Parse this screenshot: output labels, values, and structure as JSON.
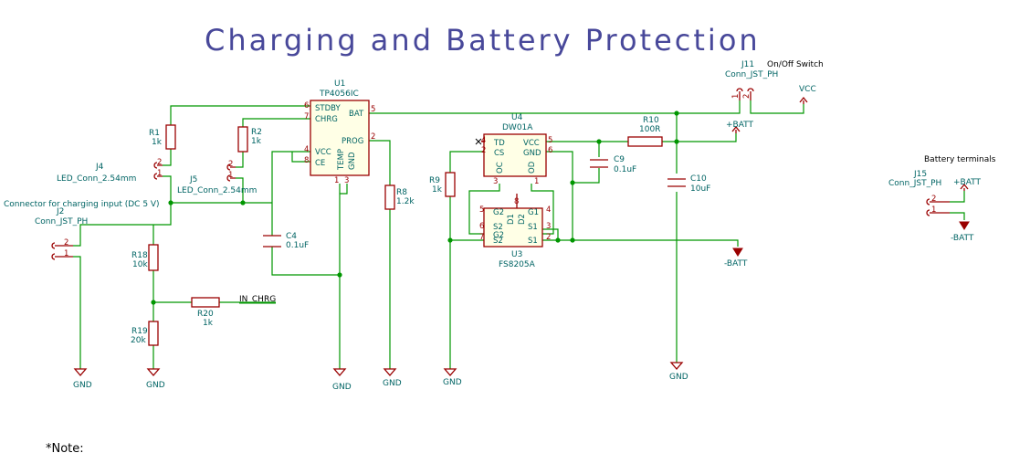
{
  "title": "Charging and Battery Protection",
  "footer_note": "*Note:",
  "colors": {
    "wire": "#009600",
    "component": "#9a0000",
    "text": "#006464",
    "title": "#48489a",
    "ic_fill": "#ffffe6"
  },
  "annotations": {
    "charging_input": "Connector for charging input (DC 5 V)",
    "onoff": "On/Off Switch",
    "battery_terminals": "Battery terminals"
  },
  "net_labels": {
    "in_chrg": "IN_CHRG"
  },
  "power": {
    "gnd": "GND",
    "vcc": "VCC",
    "batt_pos": "+BATT",
    "batt_neg": "-BATT"
  },
  "components": {
    "u1": {
      "ref": "U1",
      "value": "TP4056IC",
      "pins": {
        "stdby": "STDBY",
        "chrg": "CHRG",
        "vcc": "VCC",
        "ce": "CE",
        "bat": "BAT",
        "prog": "PROG",
        "temp": "TEMP",
        "gnd": "GND",
        "n6": "6",
        "n7": "7",
        "n4": "4",
        "n8": "8",
        "n5": "5",
        "n2": "2",
        "n1": "1",
        "n3": "3"
      }
    },
    "u4": {
      "ref": "U4",
      "value": "DW01A",
      "pins": {
        "td": "TD",
        "cs": "CS",
        "vcc": "VCC",
        "gnd": "GND",
        "oc": "OC",
        "od": "OD",
        "n4": "4",
        "n2": "2",
        "n5": "5",
        "n6": "6",
        "n3": "3",
        "n1": "1"
      }
    },
    "u3": {
      "ref": "U3",
      "value": "FS8205A",
      "pins": {
        "g2": "G2",
        "g1": "G1",
        "s2a": "S2",
        "s2b": "S2",
        "s1a": "S1",
        "s1b": "S1",
        "d1": "D1",
        "d2": "D2",
        "n5": "5",
        "n4": "4",
        "n6": "6",
        "n7": "7",
        "n3": "3",
        "n2": "2",
        "n8": "8"
      }
    },
    "r1": {
      "ref": "R1",
      "value": "1k"
    },
    "r2": {
      "ref": "R2",
      "value": "1k"
    },
    "r8": {
      "ref": "R8",
      "value": "1.2k"
    },
    "r9": {
      "ref": "R9",
      "value": "1k"
    },
    "r10": {
      "ref": "R10",
      "value": "100R"
    },
    "r18": {
      "ref": "R18",
      "value": "10k"
    },
    "r19": {
      "ref": "R19",
      "value": "20k"
    },
    "r20": {
      "ref": "R20",
      "value": "1k"
    },
    "c4": {
      "ref": "C4",
      "value": "0.1uF"
    },
    "c9": {
      "ref": "C9",
      "value": "0.1uF"
    },
    "c10": {
      "ref": "C10",
      "value": "10uF"
    },
    "j2": {
      "ref": "J2",
      "value": "Conn_JST_PH",
      "p1": "1",
      "p2": "2"
    },
    "j4": {
      "ref": "J4",
      "value": "LED_Conn_2.54mm",
      "p1": "1",
      "p2": "2"
    },
    "j5": {
      "ref": "J5",
      "value": "LED_Conn_2.54mm",
      "p1": "1",
      "p2": "2"
    },
    "j11": {
      "ref": "J11",
      "value": "Conn_JST_PH",
      "p1": "1",
      "p2": "2"
    },
    "j15": {
      "ref": "J15",
      "value": "Conn_JST_PH",
      "p1": "1",
      "p2": "2"
    }
  }
}
